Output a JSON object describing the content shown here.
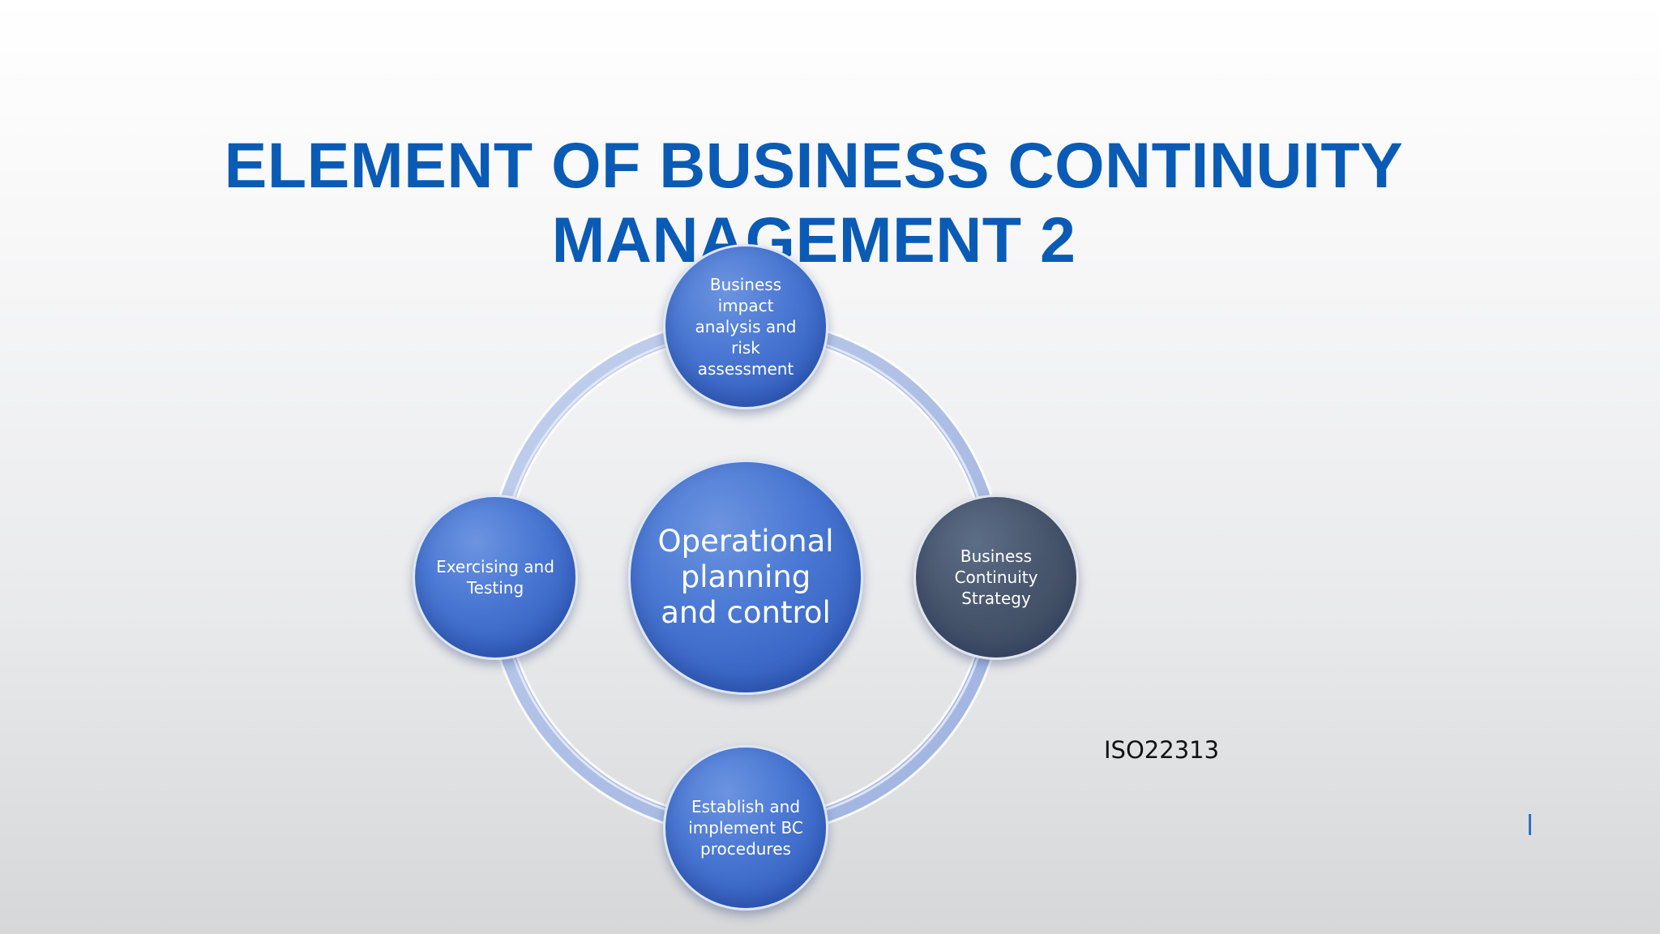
{
  "slide": {
    "title_line1": "ELEMENT OF BUSINESS CONTINUITY",
    "title_line2": "MANAGEMENT 2",
    "source_label": "ISO22313"
  },
  "diagram": {
    "center": {
      "label": "Operational\nplanning\nand control"
    },
    "nodes": [
      {
        "position": "top",
        "label": "Business\nimpact\nanalysis and\nrisk\nassessment",
        "color": "#3f6cc9"
      },
      {
        "position": "right",
        "label": "Business\nContinuity\nStrategy",
        "color": "#434f63"
      },
      {
        "position": "bottom",
        "label": "Establish and\nimplement BC\nprocedures",
        "color": "#3f6cc9"
      },
      {
        "position": "left",
        "label": "Exercising and\nTesting",
        "color": "#3f6cc9"
      }
    ]
  },
  "colors": {
    "title": "#0a5bb5",
    "ring": "#b3c3e6",
    "node_blue": "#3f6cc9",
    "node_dark": "#434f63",
    "text_dark": "#111111"
  }
}
